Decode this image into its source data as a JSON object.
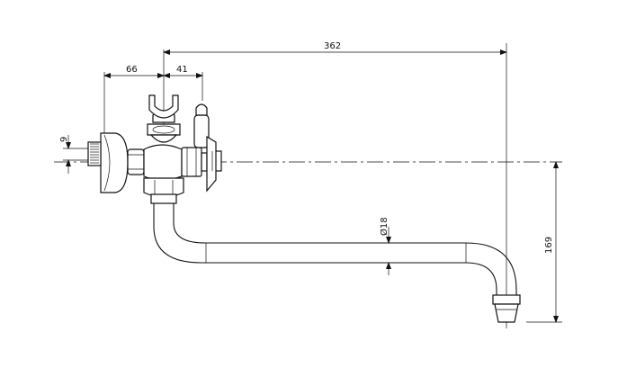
{
  "dimensions": {
    "total_length": "362",
    "wall_to_center": "66",
    "center_to_valve": "41",
    "thread_height": "9",
    "pipe_diameter": "Ø18",
    "spout_height": "169"
  },
  "colors": {
    "line": "#111111",
    "background": "#ffffff"
  }
}
